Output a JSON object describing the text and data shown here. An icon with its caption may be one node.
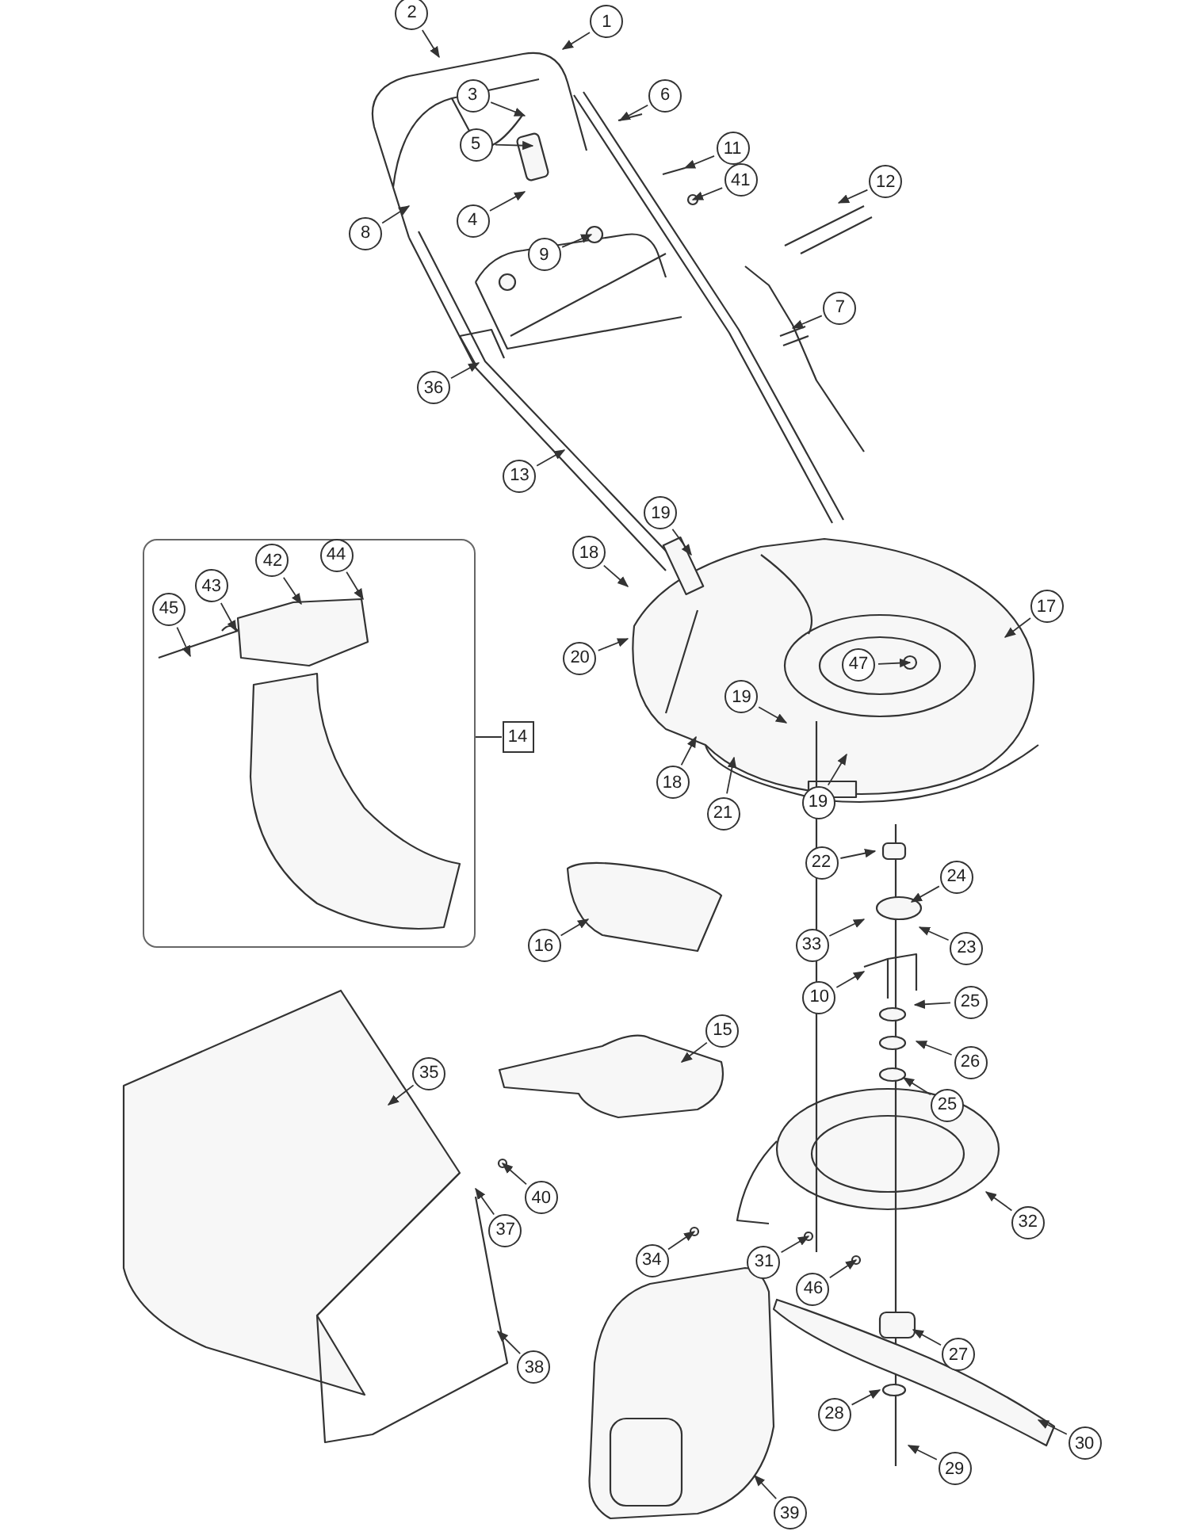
{
  "diagram": {
    "nodes": [
      {
        "text": [
          "1"
        ]
      },
      {
        "text": [
          "2"
        ]
      },
      {
        "text": [
          "3"
        ]
      },
      {
        "text": [
          "6"
        ]
      },
      {
        "text": [
          "5"
        ]
      },
      {
        "text": [
          "11"
        ]
      },
      {
        "text": [
          "4"
        ]
      },
      {
        "text": [
          "41"
        ]
      },
      {
        "text": [
          "12"
        ]
      },
      {
        "text": [
          "8"
        ]
      },
      {
        "text": [
          "9"
        ]
      },
      {
        "text": [
          "7"
        ]
      },
      {
        "text": [
          "36"
        ]
      },
      {
        "text": [
          "13"
        ]
      },
      {
        "text": [
          "19"
        ]
      },
      {
        "text": [
          "18"
        ]
      },
      {
        "text": [
          "17"
        ]
      },
      {
        "text": [],
        "shape": "box"
      },
      {
        "text": [
          "44"
        ],
        "in": 17
      },
      {
        "text": [
          "42"
        ],
        "in": 17
      },
      {
        "text": [
          "43"
        ],
        "in": 17
      },
      {
        "text": [
          "45"
        ],
        "in": 17
      },
      {
        "text": [
          "20"
        ]
      },
      {
        "text": [
          "47"
        ]
      },
      {
        "text": [
          "14"
        ]
      },
      {
        "text": [
          "19"
        ]
      },
      {
        "text": [
          "18"
        ]
      },
      {
        "text": [
          "21"
        ]
      },
      {
        "text": [
          "19"
        ]
      },
      {
        "text": [
          "22"
        ]
      },
      {
        "text": [
          "24"
        ]
      },
      {
        "text": [
          "33"
        ]
      },
      {
        "text": [
          "23"
        ]
      },
      {
        "text": [
          "16"
        ]
      },
      {
        "text": [
          "10"
        ]
      },
      {
        "text": [
          "25"
        ]
      },
      {
        "text": [
          "15"
        ]
      },
      {
        "text": [
          "26"
        ]
      },
      {
        "text": [
          "35"
        ]
      },
      {
        "text": [
          "25"
        ]
      },
      {
        "text": [
          "40"
        ]
      },
      {
        "text": [
          "32"
        ]
      },
      {
        "text": [
          "37"
        ]
      },
      {
        "text": [
          "34"
        ]
      },
      {
        "text": [
          "31"
        ]
      },
      {
        "text": [
          "46"
        ]
      },
      {
        "text": [
          "38"
        ]
      },
      {
        "text": [
          "27"
        ]
      },
      {
        "text": [
          "28"
        ]
      },
      {
        "text": [
          "30"
        ]
      },
      {
        "text": [
          "29"
        ]
      },
      {
        "text": [
          "39"
        ]
      }
    ],
    "edges": [
      {
        "from": 0,
        "to": null,
        "arrow": "to"
      },
      {
        "from": 1,
        "to": null,
        "arrow": "to"
      },
      {
        "from": 2,
        "to": null,
        "arrow": "to"
      },
      {
        "from": 3,
        "to": null,
        "arrow": "to"
      },
      {
        "from": 4,
        "to": null,
        "arrow": "to"
      },
      {
        "from": 5,
        "to": null,
        "arrow": "to"
      },
      {
        "from": 6,
        "to": null,
        "arrow": "to"
      },
      {
        "from": 7,
        "to": null,
        "arrow": "to"
      },
      {
        "from": 8,
        "to": null,
        "arrow": "to"
      },
      {
        "from": 9,
        "to": null,
        "arrow": "to"
      },
      {
        "from": 10,
        "to": null,
        "arrow": "to"
      },
      {
        "from": 11,
        "to": null,
        "arrow": "to"
      },
      {
        "from": 12,
        "to": null,
        "arrow": "to"
      },
      {
        "from": 13,
        "to": null,
        "arrow": "to"
      },
      {
        "from": 14,
        "to": null,
        "arrow": "to"
      },
      {
        "from": 15,
        "to": null,
        "arrow": "to"
      },
      {
        "from": 16,
        "to": null,
        "arrow": "to"
      },
      {
        "from": 18,
        "to": null,
        "arrow": "to"
      },
      {
        "from": 19,
        "to": null,
        "arrow": "to"
      },
      {
        "from": 20,
        "to": null,
        "arrow": "to"
      },
      {
        "from": 21,
        "to": null,
        "arrow": "to"
      },
      {
        "from": 22,
        "to": null,
        "arrow": "to"
      },
      {
        "from": 23,
        "to": null,
        "arrow": "to"
      },
      {
        "from": 24,
        "to": 17,
        "arrow": "none"
      },
      {
        "from": 25,
        "to": null,
        "arrow": "to"
      },
      {
        "from": 26,
        "to": null,
        "arrow": "to"
      },
      {
        "from": 27,
        "to": null,
        "arrow": "to"
      },
      {
        "from": 28,
        "to": null,
        "arrow": "to"
      },
      {
        "from": 29,
        "to": null,
        "arrow": "to"
      },
      {
        "from": 30,
        "to": null,
        "arrow": "to"
      },
      {
        "from": 31,
        "to": null,
        "arrow": "to"
      },
      {
        "from": 32,
        "to": null,
        "arrow": "to"
      },
      {
        "from": 33,
        "to": null,
        "arrow": "to"
      },
      {
        "from": 34,
        "to": null,
        "arrow": "to"
      },
      {
        "from": 35,
        "to": null,
        "arrow": "to"
      },
      {
        "from": 36,
        "to": null,
        "arrow": "to"
      },
      {
        "from": 37,
        "to": null,
        "arrow": "to"
      },
      {
        "from": 38,
        "to": null,
        "arrow": "to"
      },
      {
        "from": 39,
        "to": null,
        "arrow": "to"
      },
      {
        "from": 40,
        "to": null,
        "arrow": "to"
      },
      {
        "from": 41,
        "to": null,
        "arrow": "to"
      },
      {
        "from": 42,
        "to": null,
        "arrow": "to"
      },
      {
        "from": 43,
        "to": null,
        "arrow": "to"
      },
      {
        "from": 44,
        "to": null,
        "arrow": "to"
      },
      {
        "from": 45,
        "to": null,
        "arrow": "to"
      },
      {
        "from": 46,
        "to": null,
        "arrow": "to"
      },
      {
        "from": 47,
        "to": null,
        "arrow": "to"
      },
      {
        "from": 48,
        "to": null,
        "arrow": "to"
      },
      {
        "from": 49,
        "to": null,
        "arrow": "to"
      },
      {
        "from": 50,
        "to": null,
        "arrow": "to"
      },
      {
        "from": 51,
        "to": null,
        "arrow": "to"
      }
    ]
  }
}
